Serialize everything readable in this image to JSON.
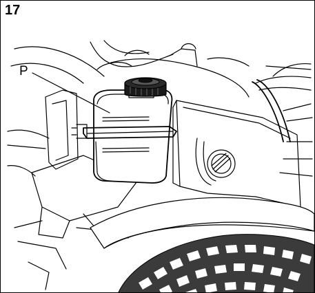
{
  "figure": {
    "number": "17",
    "part_label": "P",
    "colors": {
      "line": "#000000",
      "background": "#ffffff",
      "tire": "#444444"
    },
    "icons": [
      "brake-fluid-reservoir",
      "reservoir-cap",
      "wheel-tire",
      "bracket-bolt"
    ]
  }
}
